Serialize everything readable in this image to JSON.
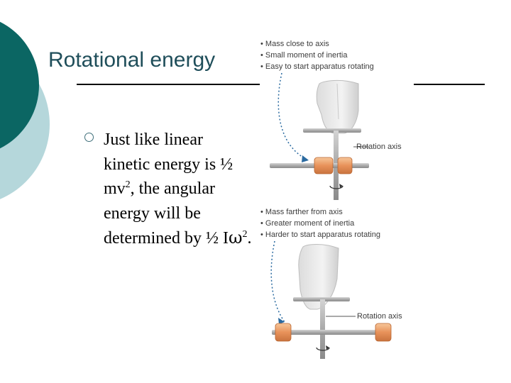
{
  "slide": {
    "title": "Rotational energy",
    "body": {
      "part1": "Just like linear kinetic energy is ½ mv",
      "sup1": "2",
      "part2": ", the angular energy will be determined by ½ I",
      "omega": "ω",
      "sup2": "2",
      "part3": "."
    }
  },
  "figure": {
    "top_notes": [
      "• Mass close to axis",
      "• Small moment of inertia",
      "• Easy to start apparatus rotating"
    ],
    "top_label": "Rotation axis",
    "bottom_notes": [
      "• Mass farther from axis",
      "• Greater moment of inertia",
      "• Harder to start apparatus rotating"
    ],
    "bottom_label": "Rotation axis"
  },
  "colors": {
    "deco_dark": "#0b6663",
    "deco_light": "#b5d7db",
    "title": "#1f4e5a",
    "mass": "#e89a5c"
  },
  "icons": [
    "hollow-circle-bullet-icon",
    "curved-arrow-icon",
    "rotation-arrow-icon",
    "hand-icon"
  ]
}
